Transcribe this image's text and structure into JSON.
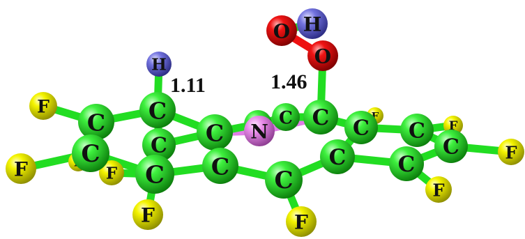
{
  "figure": {
    "background": "#ffffff",
    "element_colors": {
      "C": "#1fd81f",
      "F": "#e6e600",
      "N": "#e07ee6",
      "O": "#ee1111",
      "H": "#6c6cd8",
      "bond": "#22dd22"
    },
    "distance_labels": [
      "1.11",
      "1.46"
    ],
    "atoms": [
      {
        "id": "F1",
        "symbol": "F"
      },
      {
        "id": "F2",
        "symbol": "F"
      },
      {
        "id": "F3",
        "symbol": "F"
      },
      {
        "id": "F4",
        "symbol": "F"
      },
      {
        "id": "F5",
        "symbol": "F"
      },
      {
        "id": "F6",
        "symbol": "F"
      },
      {
        "id": "F7",
        "symbol": "F"
      },
      {
        "id": "F8",
        "symbol": "F"
      },
      {
        "id": "F9",
        "symbol": "F"
      },
      {
        "id": "F10",
        "symbol": "F"
      },
      {
        "id": "C1",
        "symbol": "C"
      },
      {
        "id": "C2",
        "symbol": "C"
      },
      {
        "id": "C3",
        "symbol": "C"
      },
      {
        "id": "C4",
        "symbol": "C"
      },
      {
        "id": "C5",
        "symbol": "C"
      },
      {
        "id": "C6",
        "symbol": "C"
      },
      {
        "id": "C7",
        "symbol": "C"
      },
      {
        "id": "C8",
        "symbol": "C"
      },
      {
        "id": "C9",
        "symbol": "C"
      },
      {
        "id": "C10",
        "symbol": "C"
      },
      {
        "id": "C11",
        "symbol": "C"
      },
      {
        "id": "C12",
        "symbol": "C"
      },
      {
        "id": "C13",
        "symbol": "C"
      },
      {
        "id": "C14",
        "symbol": "C"
      },
      {
        "id": "C15",
        "symbol": "C"
      },
      {
        "id": "C16",
        "symbol": "C"
      },
      {
        "id": "N1",
        "symbol": "N"
      },
      {
        "id": "H1",
        "symbol": "H"
      },
      {
        "id": "O1",
        "symbol": "O"
      },
      {
        "id": "O2",
        "symbol": "O"
      },
      {
        "id": "H2",
        "symbol": "H"
      }
    ]
  }
}
